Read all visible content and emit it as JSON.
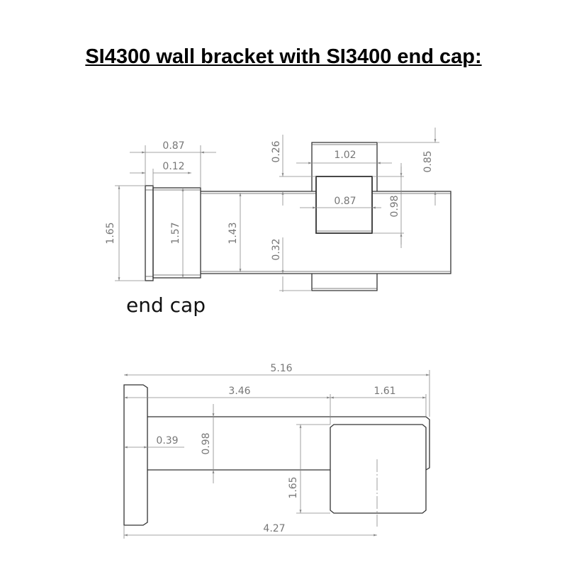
{
  "title": "SI4300 wall bracket with SI3400 end cap:",
  "top_view": {
    "label": "end cap",
    "dims": {
      "cap_length": "0.87",
      "cap_lip": "0.12",
      "cap_outer_height": "1.65",
      "cap_inner_height": "1.57",
      "tube_height": "1.43",
      "bracket_top_offset": "0.26",
      "bracket_bottom_offset": "0.32",
      "bracket_width": "1.02",
      "insert_width": "0.87",
      "insert_height": "0.98",
      "bracket_top_height": "0.85"
    }
  },
  "side_view": {
    "dims": {
      "overall_length": "5.16",
      "shaft_length": "3.46",
      "head_length": "1.61",
      "flange_thickness": "0.39",
      "shaft_height": "0.98",
      "head_height": "1.65",
      "center_distance": "4.27"
    }
  }
}
